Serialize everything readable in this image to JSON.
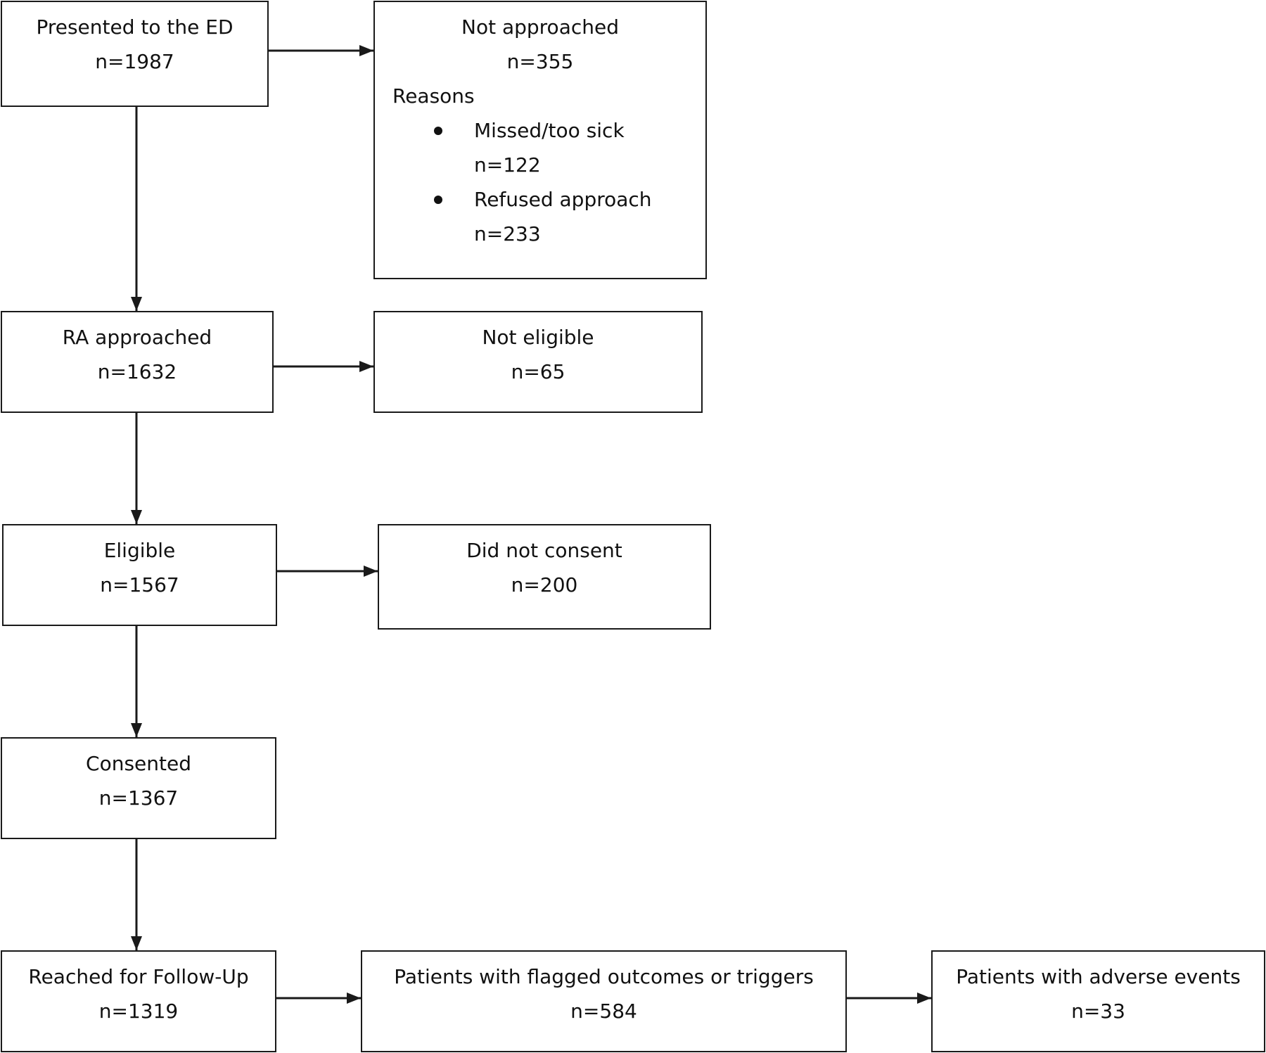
{
  "boxes": {
    "presented": {
      "title": "Presented to the ED",
      "count": "n=1987"
    },
    "not_approached": {
      "title": "Not approached",
      "count": "n=355",
      "reasons_label": "Reasons",
      "reasons": [
        {
          "label": "Missed/too sick",
          "count": "n=122"
        },
        {
          "label": "Refused approach",
          "count": "n=233"
        }
      ]
    },
    "ra_approached": {
      "title": "RA approached",
      "count": "n=1632"
    },
    "not_eligible": {
      "title": "Not eligible",
      "count": "n=65"
    },
    "eligible": {
      "title": "Eligible",
      "count": "n=1567"
    },
    "did_not_consent": {
      "title": "Did not consent",
      "count": "n=200"
    },
    "consented": {
      "title": "Consented",
      "count": "n=1367"
    },
    "reached_follow_up": {
      "title": "Reached for Follow-Up",
      "count": "n=1319"
    },
    "flagged": {
      "title": "Patients with flagged outcomes or triggers",
      "count": "n=584"
    },
    "adverse_events": {
      "title": "Patients with adverse events",
      "count": "n=33"
    }
  },
  "style": {
    "line_color": "#1a1a1a",
    "text_color": "#111111",
    "background": "#ffffff"
  }
}
